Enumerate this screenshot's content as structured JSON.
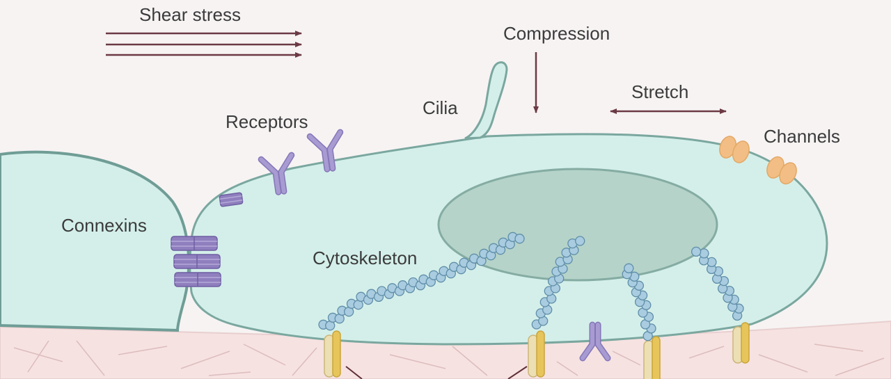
{
  "labels": {
    "shear_stress": "Shear stress",
    "compression": "Compression",
    "stretch": "Stretch",
    "cilia": "Cilia",
    "receptors": "Receptors",
    "channels": "Channels",
    "connexins": "Connexins",
    "cytoskeleton": "Cytoskeleton"
  },
  "colors": {
    "background": "#f7f3f3",
    "cell_fill": "#d4efea",
    "cell_outline": "#7aa79f",
    "nucleus_fill": "#b5d3c9",
    "nucleus_outline": "#85aca2",
    "extracellular_matrix": "#f6e2e1",
    "arrow": "#6b3a44",
    "receptor": "#a79bd2",
    "connexin": "#8f7fbe",
    "channel": "#f2be85",
    "actin_bead": "#a9cce0",
    "integrin_light": "#eddfb4",
    "integrin_dark": "#e7c55a"
  },
  "icons": [
    "receptor-icon",
    "channel-icon",
    "connexin-icon",
    "integrin-icon",
    "actin-filament-icon"
  ]
}
